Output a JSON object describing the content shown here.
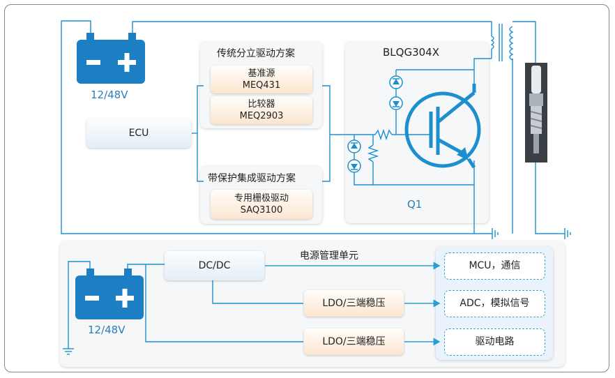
{
  "battery_top": {
    "voltage": "12/48V"
  },
  "ecu": {
    "label": "ECU"
  },
  "traditional": {
    "title": "传统分立驱动方案",
    "ref": {
      "line1": "基准源",
      "line2": "MEQ431"
    },
    "cmp": {
      "line1": "比较器",
      "line2": "MEQ2903"
    }
  },
  "integrated": {
    "title": "带保护集成驱动方案",
    "drv": {
      "line1": "专用栅极驱动",
      "line2": "SAQ3100"
    }
  },
  "igbt": {
    "part": "BLQG304X",
    "ref": "Q1"
  },
  "power": {
    "title": "电源管理单元",
    "battery_voltage": "12/48V",
    "dcdc": "DC/DC",
    "ldo1": "LDO/三端稳压",
    "ldo2": "LDO/三端稳压",
    "out_mcu": "MCU，通信",
    "out_adc": "ADC，模拟信号",
    "out_drv": "驱动电路"
  },
  "colors": {
    "battery": "#1c7fc4",
    "wire": "#1d8fcf",
    "arrow": "#2b9dd6",
    "dashed": "#33a9cf",
    "accent_text": "#2a7fb8"
  }
}
